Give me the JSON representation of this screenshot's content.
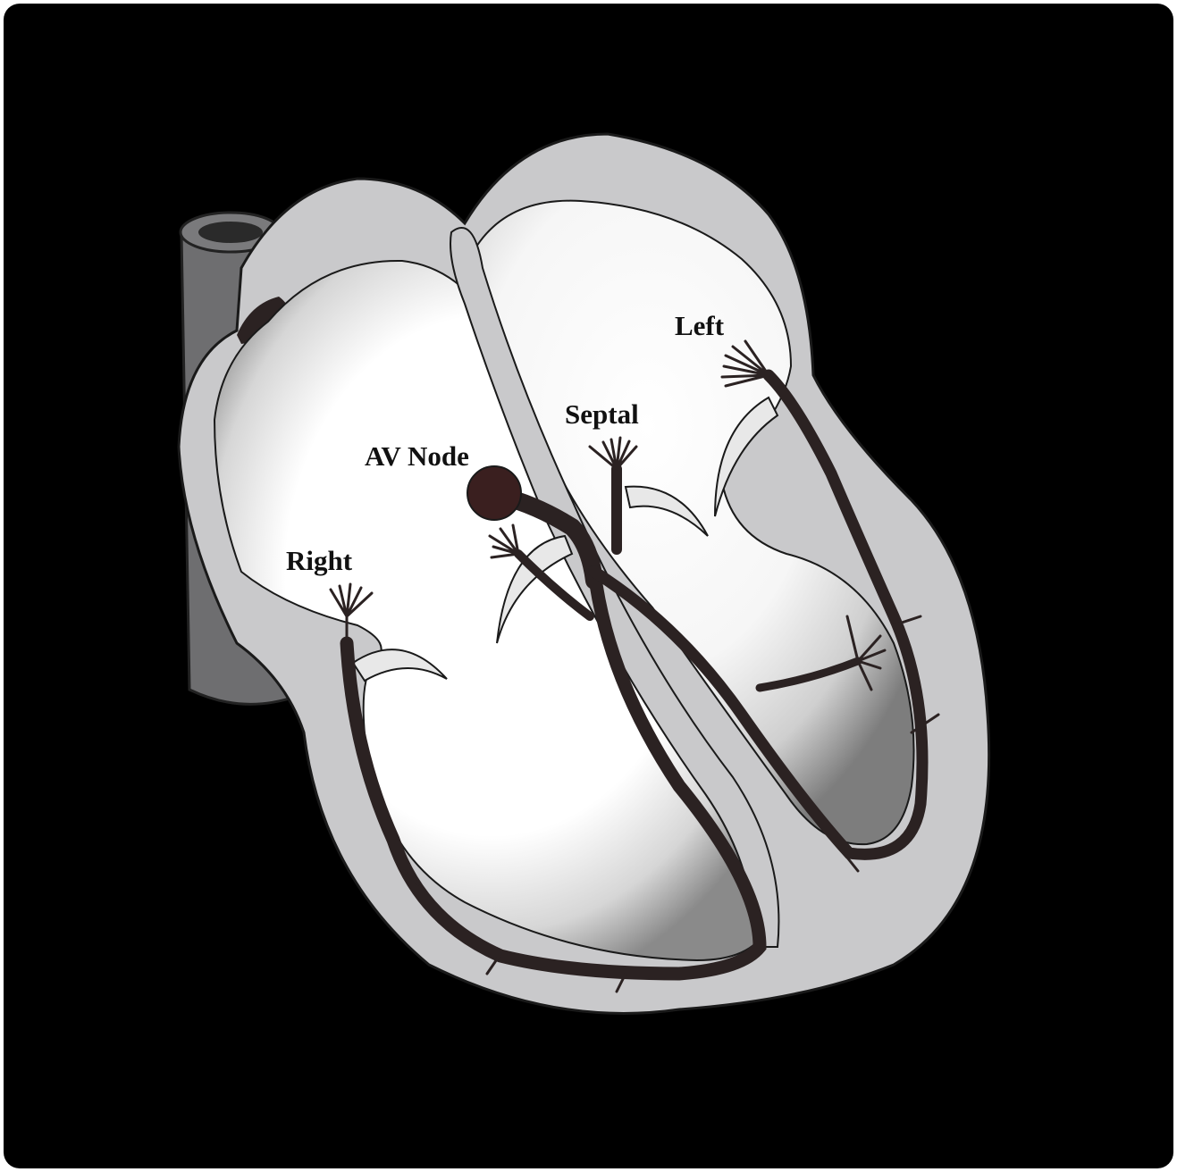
{
  "diagram": {
    "labels": {
      "left": "Left",
      "septal": "Septal",
      "av_node": "AV Node",
      "right": "Right"
    },
    "colors": {
      "background": "#000000",
      "wall": "#c9c9cb",
      "chamber": "#ffffff",
      "conduction": "#2b2222",
      "node": "#3a1f1f",
      "vessel": "#6e6e70"
    }
  }
}
